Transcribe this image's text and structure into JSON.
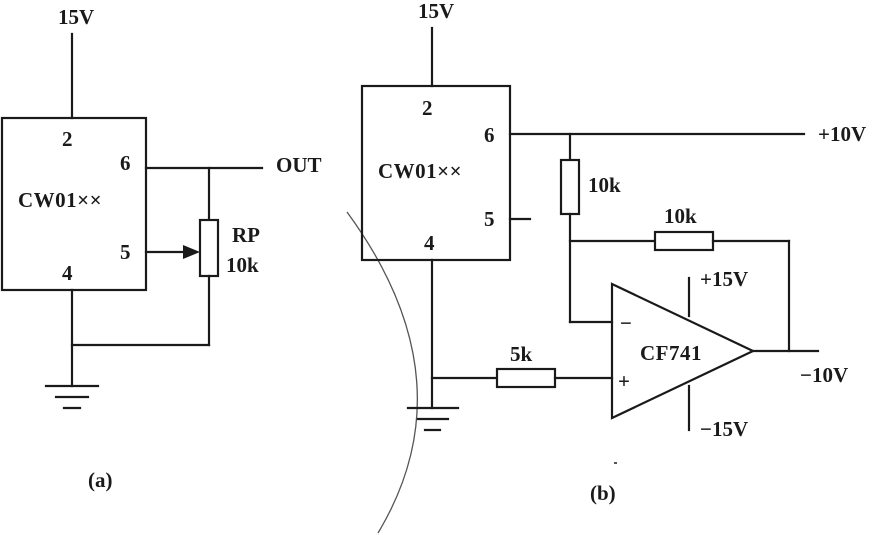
{
  "circuit_a": {
    "supply_label": "15V",
    "ic": {
      "name": "CW01××",
      "pin_top": "2",
      "pin_out": "6",
      "pin_adj": "5",
      "pin_gnd": "4"
    },
    "output_label": "OUT",
    "pot": {
      "ref": "RP",
      "value": "10k"
    },
    "caption": "(a)"
  },
  "circuit_b": {
    "supply_label": "15V",
    "ic": {
      "name": "CW01××",
      "pin_top": "2",
      "pin_out": "6",
      "pin_adj": "5",
      "pin_gnd": "4"
    },
    "pos_output_label": "+10V",
    "r_series": "10k",
    "r_feedback": "10k",
    "r_input": "5k",
    "opamp": {
      "name": "CF741",
      "minus": "−",
      "plus": "+",
      "vpos": "+15V",
      "vneg": "−15V"
    },
    "neg_output_label": "−10V",
    "caption": "(b)"
  }
}
